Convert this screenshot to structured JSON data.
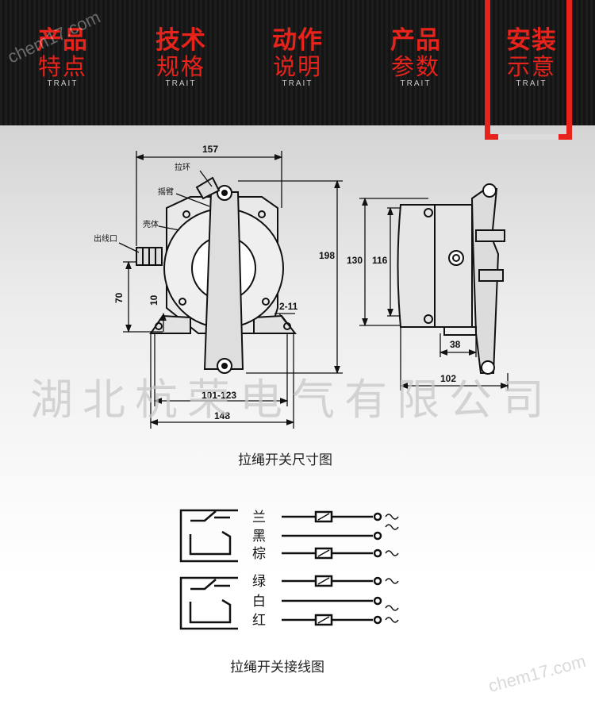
{
  "nav": {
    "tabs": [
      {
        "line1": "产品",
        "line2": "特点",
        "sub": "TRAIT"
      },
      {
        "line1": "技术",
        "line2": "规格",
        "sub": "TRAIT"
      },
      {
        "line1": "动作",
        "line2": "说明",
        "sub": "TRAIT"
      },
      {
        "line1": "产品",
        "line2": "参数",
        "sub": "TRAIT"
      },
      {
        "line1": "安装",
        "line2": "示意",
        "sub": "TRAIT"
      }
    ],
    "active_index": 4,
    "accent_color": "#e8231b"
  },
  "watermark": {
    "company": "湖北杭荣电气有限公司",
    "site_top": "chem17.com",
    "site_bottom": "chem17.com"
  },
  "dimension_drawing": {
    "caption": "拉绳开关尺寸图",
    "labels": {
      "pull_ring": "拉环",
      "rocker_arm": "摇臂",
      "housing": "壳体",
      "cable_outlet": "出线口"
    },
    "dims": {
      "top_width": "157",
      "height": "198",
      "left_height": "70",
      "foot_height": "10",
      "hole": "2-11",
      "mount_span": "101-123",
      "base_width": "148",
      "side_h1": "130",
      "side_h2": "116",
      "side_d1": "38",
      "side_d2": "102"
    }
  },
  "wiring_diagram": {
    "caption": "拉绳开关接线图",
    "wires": [
      "兰",
      "黑",
      "棕",
      "绿",
      "白",
      "红"
    ]
  }
}
